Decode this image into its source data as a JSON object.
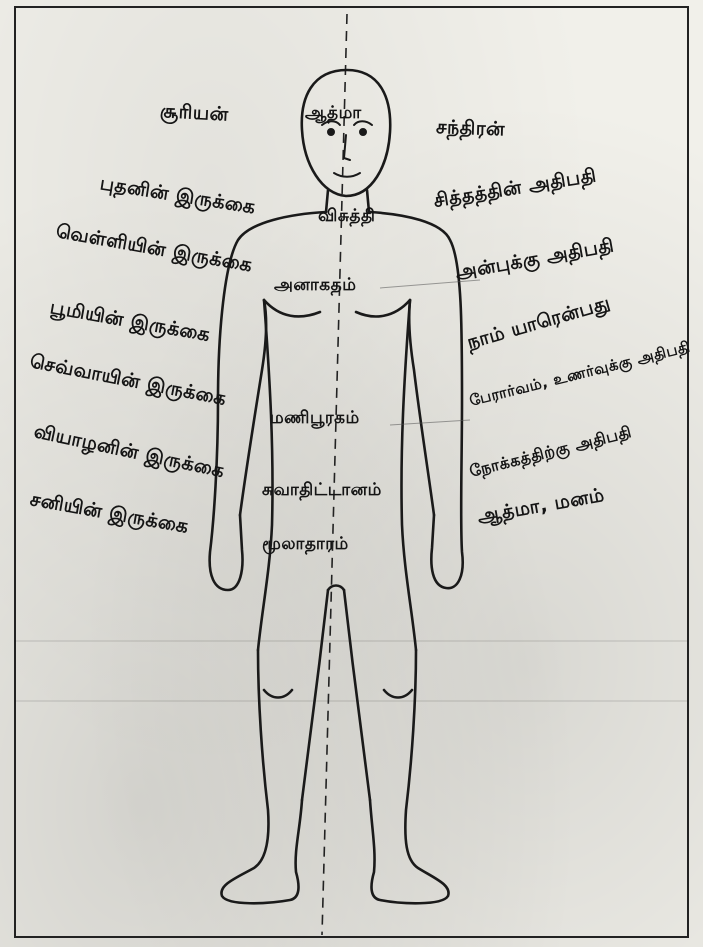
{
  "labels": {
    "sun": "சூரியன்",
    "moon": "சந்திரன்",
    "atma": "ஆத்மா",
    "mercury": "புதனின் இருக்கை",
    "chitta": "சித்தத்தின் அதிபதி",
    "visuddhi": "விசுத்தி",
    "venus": "வெள்ளியின் இருக்கை",
    "love": "அன்புக்கு அதிபதி",
    "anahata": "அனாகதம்",
    "earth": "பூமியின் இருக்கை",
    "ego": "நாம் யாரென்பது",
    "mars": "செவ்வாயின் இருக்கை",
    "emotion": "பேரார்வம், உணர்வுக்கு அதிபதி",
    "manipura": "மணிபூரகம்",
    "jupiter": "வியாழனின் இருக்கை",
    "cause": "நோக்கத்திற்கு அதிபதி",
    "svadhisthana": "சுவாதிட்டானம்",
    "saturn": "சனியின் இருக்கை",
    "soul": "ஆத்மா, மனம்",
    "muladhara": "மூலாதாரம்"
  }
}
